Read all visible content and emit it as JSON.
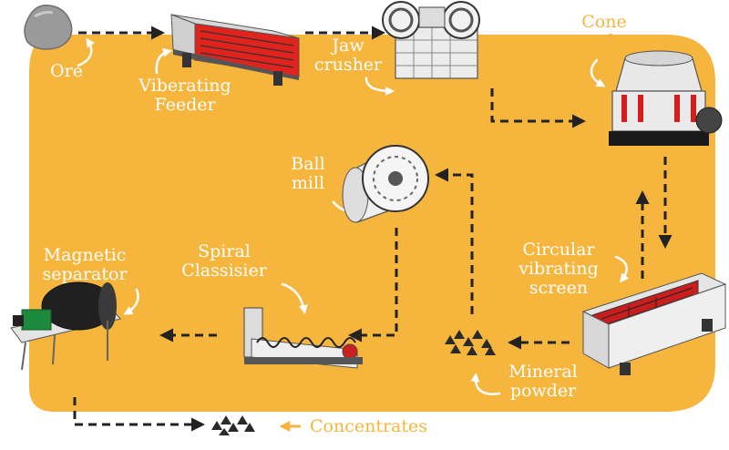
{
  "colors": {
    "background": "#f6b53c",
    "label_on_background": "#ffffff",
    "label_outside": "#f6b53c",
    "arrow": "#222222"
  },
  "nodes": {
    "ore": {
      "label": "Ore",
      "icon": "ore-rock-icon"
    },
    "vibrating_feeder": {
      "label": "Viberating\nFeeder",
      "icon": "vibrating-feeder-icon"
    },
    "jaw_crusher": {
      "label": "Jaw\ncrusher",
      "icon": "jaw-crusher-icon"
    },
    "cone_crusher": {
      "label": "Cone\ncrusher",
      "icon": "cone-crusher-icon"
    },
    "circular_vibrating_screen": {
      "label": "Circular\nvibrating\nscreen",
      "icon": "vibrating-screen-icon"
    },
    "mineral_powder": {
      "label": "Mineral\npowder",
      "icon": "mineral-powder-icon"
    },
    "ball_mill": {
      "label": "Ball\nmill",
      "icon": "ball-mill-icon"
    },
    "spiral_classifier": {
      "label": "Spiral\nClassisier",
      "icon": "spiral-classifier-icon"
    },
    "magnetic_separator": {
      "label": "Magnetic\nseparator",
      "icon": "magnetic-separator-icon"
    },
    "concentrates": {
      "label": "Concentrates",
      "icon": "concentrates-icon"
    }
  },
  "edges": [
    {
      "from": "ore",
      "to": "vibrating_feeder"
    },
    {
      "from": "vibrating_feeder",
      "to": "jaw_crusher"
    },
    {
      "from": "jaw_crusher",
      "to": "cone_crusher"
    },
    {
      "from": "cone_crusher",
      "to": "circular_vibrating_screen"
    },
    {
      "from": "circular_vibrating_screen",
      "to": "cone_crusher"
    },
    {
      "from": "circular_vibrating_screen",
      "to": "mineral_powder"
    },
    {
      "from": "mineral_powder",
      "to": "ball_mill"
    },
    {
      "from": "ball_mill",
      "to": "spiral_classifier"
    },
    {
      "from": "spiral_classifier",
      "to": "magnetic_separator"
    },
    {
      "from": "magnetic_separator",
      "to": "concentrates"
    }
  ]
}
